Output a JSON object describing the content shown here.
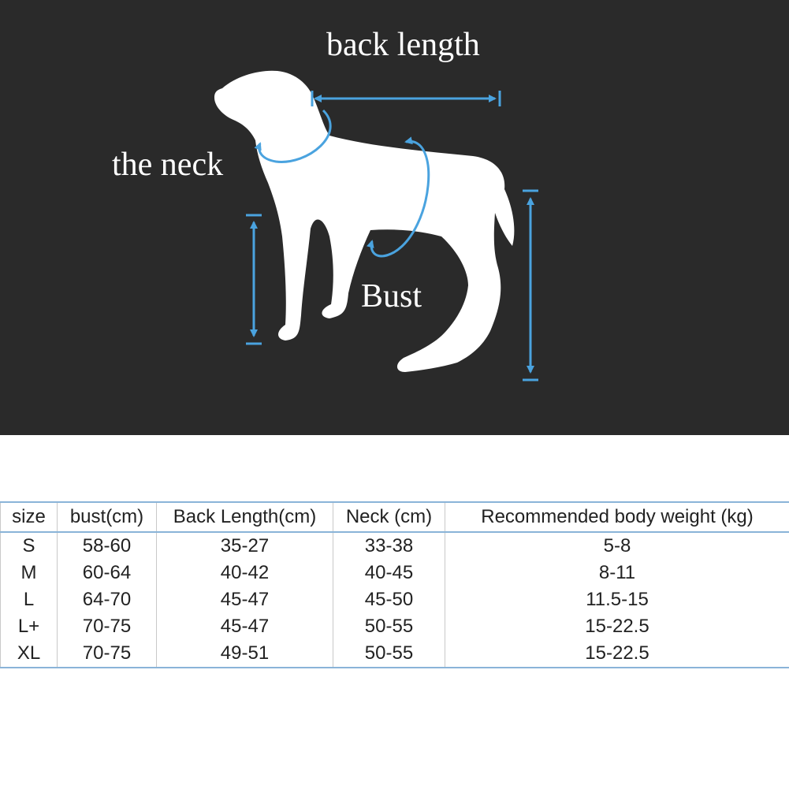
{
  "diagram": {
    "labels": {
      "back_length": "back length",
      "neck": "the neck",
      "bust": "Bust"
    },
    "colors": {
      "background": "#2a2a2a",
      "silhouette": "#ffffff",
      "arrow": "#4aa3df"
    },
    "icons": [
      "dog-silhouette"
    ]
  },
  "table": {
    "headers": [
      "size",
      "bust(cm)",
      "Back Length(cm)",
      "Neck (cm)",
      "Recommended body weight (kg)"
    ],
    "rows": [
      [
        "S",
        "58-60",
        "35-27",
        "33-38",
        "5-8"
      ],
      [
        "M",
        "60-64",
        "40-42",
        "40-45",
        "8-11"
      ],
      [
        "L",
        "64-70",
        "45-47",
        "45-50",
        "11.5-15"
      ],
      [
        "L+",
        "70-75",
        "45-47",
        "50-55",
        "15-22.5"
      ],
      [
        "XL",
        "70-75",
        "49-51",
        "50-55",
        "15-22.5"
      ]
    ],
    "border_color": "#8ab4d8"
  }
}
